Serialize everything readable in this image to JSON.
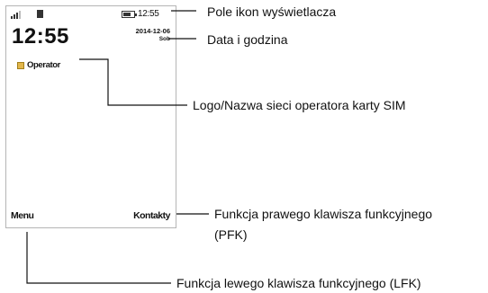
{
  "phone": {
    "status_time": "12:55",
    "clock": "12:55",
    "date": "2014-12-06",
    "day": "Sob",
    "operator": "Operator",
    "left_softkey": "Menu",
    "right_softkey": "Kontakty"
  },
  "callouts": {
    "icon_bar": "Pole ikon wyświetlacza",
    "date_time": "Data i godzina",
    "operator_logo": "Logo/Nazwa sieci operatora karty SIM",
    "right_key_1": "Funkcja prawego klawisza funkcyjnego",
    "right_key_2": "(PFK)",
    "left_key": "Funkcja lewego klawisza funkcyjnego (LFK)"
  }
}
